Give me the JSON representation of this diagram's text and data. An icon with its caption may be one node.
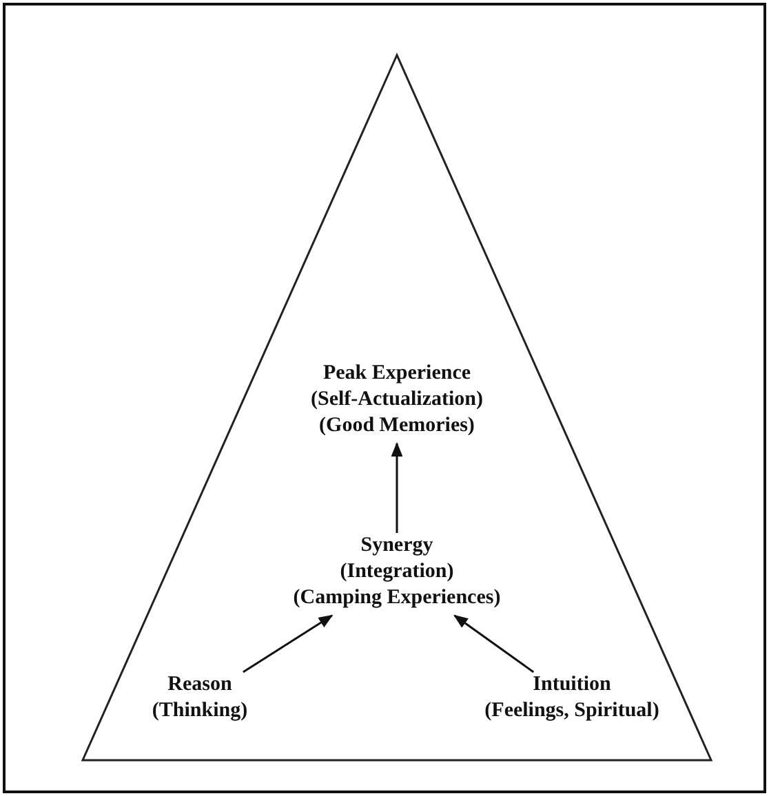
{
  "diagram": {
    "nodes": [
      {
        "text": [],
        "shape": "triangle"
      },
      {
        "text": [
          "Peak Experience",
          "(Self-Actualization)",
          "(Good Memories)"
        ],
        "in": 0
      },
      {
        "text": [
          "Synergy",
          "(Integration)",
          "(Camping Experiences)"
        ],
        "in": 0
      },
      {
        "text": [
          "Reason",
          "(Thinking)"
        ],
        "in": 0
      },
      {
        "text": [
          "Intuition",
          "(Feelings, Spiritual)"
        ],
        "in": 0
      }
    ],
    "edges": [
      {
        "from": 2,
        "to": 1,
        "arrow": "to"
      },
      {
        "from": 3,
        "to": 2,
        "arrow": "to"
      },
      {
        "from": 4,
        "to": 2,
        "arrow": "to"
      }
    ]
  }
}
